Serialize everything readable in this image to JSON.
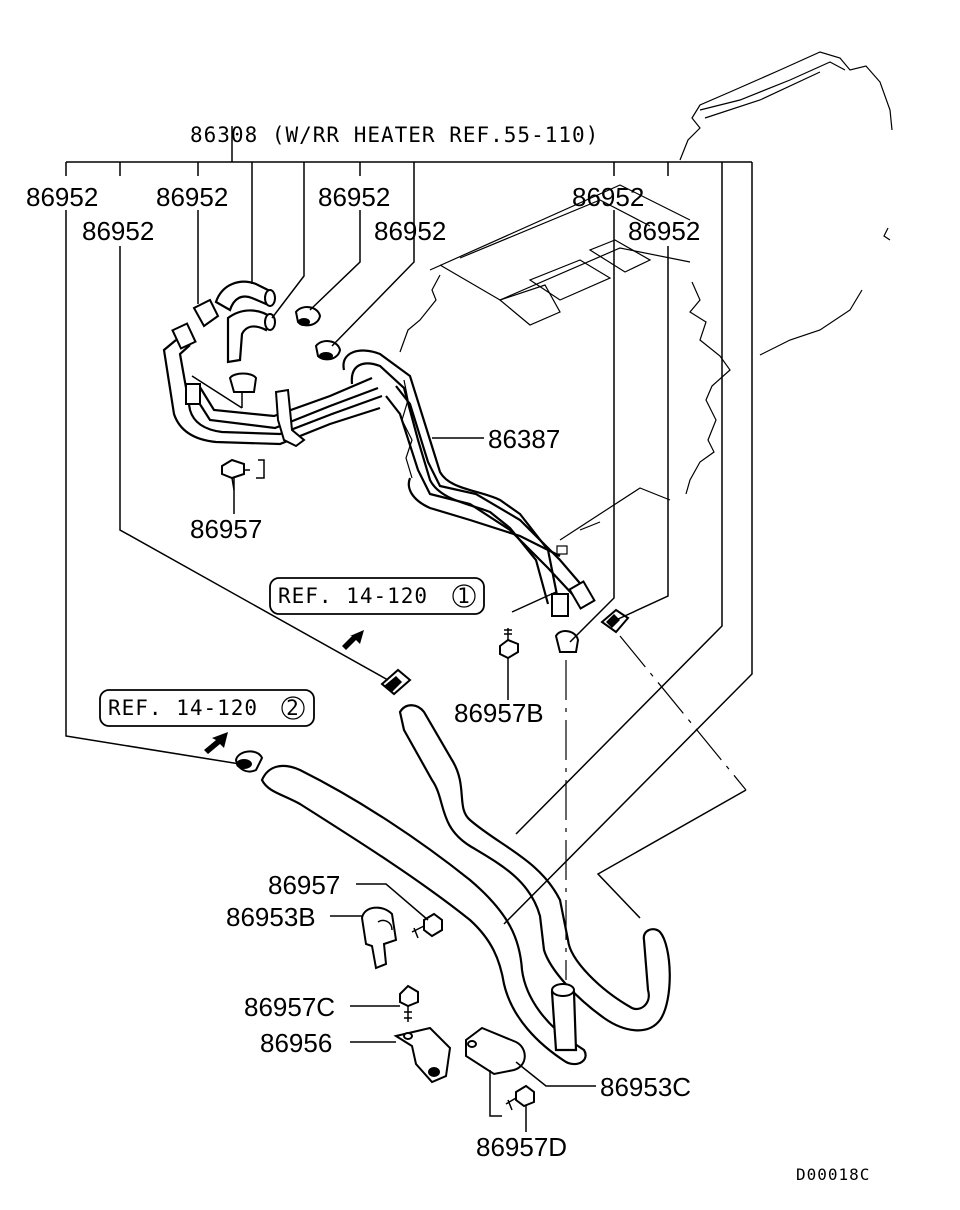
{
  "title_callout": "86308 (W/RR HEATER REF.55-110)",
  "labels": {
    "c1": "86952",
    "c2": "86952",
    "c3": "86952",
    "c4": "86952",
    "c5": "86952",
    "c6": "86952",
    "c7": "86952",
    "pipe": "86387",
    "bolt_a": "86957",
    "bolt_b": "86957B",
    "bolt_c": "86957",
    "clamp_b": "86953B",
    "bolt_cc": "86957C",
    "bracket": "86956",
    "clamp_c": "86953C",
    "bolt_d": "86957D"
  },
  "refs": [
    {
      "text": "REF. 14-120",
      "num": "1"
    },
    {
      "text": "REF. 14-120",
      "num": "2"
    }
  ],
  "diagram_code": "D00018C"
}
